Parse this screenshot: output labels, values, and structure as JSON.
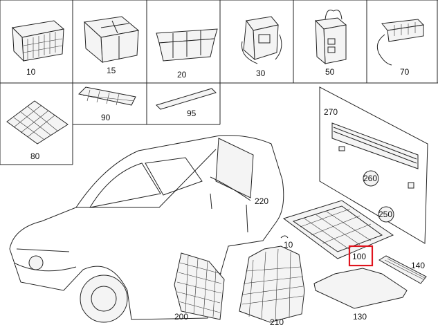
{
  "diagram": {
    "parts": [
      {
        "number": "10",
        "icon": "storage-crate-icon"
      },
      {
        "number": "15",
        "icon": "trunk-organizer-icon"
      },
      {
        "number": "20",
        "icon": "cargo-tray-box-icon"
      },
      {
        "number": "30",
        "icon": "cooler-box-icon"
      },
      {
        "number": "50",
        "icon": "coat-hanger-bag-icon"
      },
      {
        "number": "70",
        "icon": "power-adapter-icon"
      },
      {
        "number": "80",
        "icon": "floor-net-icon"
      },
      {
        "number": "90",
        "icon": "luggage-net-icon"
      },
      {
        "number": "95",
        "icon": "load-sill-strip-icon"
      },
      {
        "number": "270",
        "icon": "roof-rail-bar-icon"
      },
      {
        "number": "260",
        "icon": "mounting-plate-icon"
      },
      {
        "number": "250",
        "icon": "mounting-bracket-icon"
      },
      {
        "number": "220",
        "icon": "cargo-cover-blind-icon"
      },
      {
        "number": "10",
        "icon": "small-fastener-icon"
      },
      {
        "number": "100",
        "icon": "trunk-liner-tray-icon",
        "highlight": true
      },
      {
        "number": "140",
        "icon": "load-sill-rail-icon"
      },
      {
        "number": "130",
        "icon": "cargo-mat-icon"
      },
      {
        "number": "200",
        "icon": "dog-guard-partition-icon"
      },
      {
        "number": "210",
        "icon": "side-grille-icon"
      }
    ],
    "highlight_color": "#e0141e"
  }
}
